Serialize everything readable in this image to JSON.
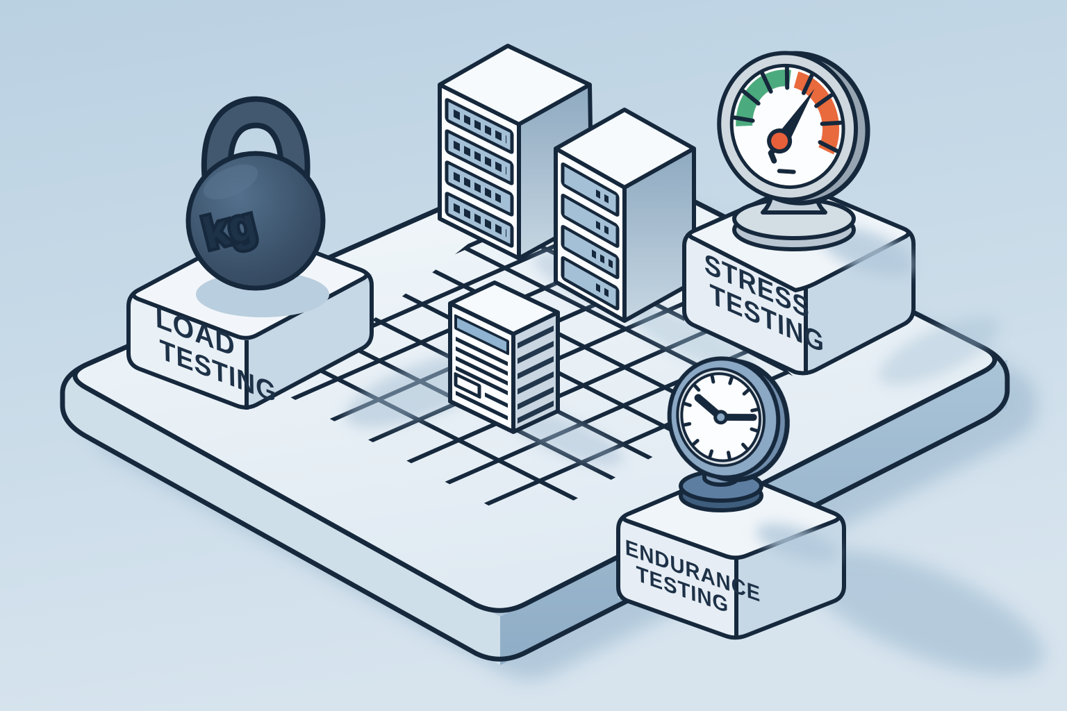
{
  "scene": {
    "title": "Performance testing types — isometric illustration",
    "colors": {
      "background_top": "#bad1e2",
      "background_bottom": "#d7e4ee",
      "outline_navy": "#16283c",
      "platform_top": "#f0f6fa",
      "platform_left_side": "#cfdfe9",
      "platform_right_side": "#9fbbd2",
      "gauge_green": "#4cab7e",
      "gauge_orange": "#e96a3c",
      "gauge_hub_red": "#e8603a",
      "kettlebell_body": "#3a5068",
      "clock_ring_blue": "#8ba8c5",
      "server_slot_blue": "#a4c0d7",
      "document_header_blue": "#8fb3d0"
    }
  },
  "blocks": {
    "load": {
      "line1": "LOAD",
      "line2": "TESTING",
      "icon": "kettlebell-icon"
    },
    "stress": {
      "line1": "STRESS",
      "line2": "TESTING",
      "icon": "gauge-icon"
    },
    "endurance": {
      "line1": "ENDURANCE",
      "line2": "TESTING",
      "icon": "clock-icon"
    }
  },
  "kettlebell": {
    "unit_label": "kg"
  },
  "props": {
    "server_rack_count": 2,
    "server_slots_per_rack": 4,
    "document_text_lines": 7,
    "floor": "isometric grid platform"
  }
}
